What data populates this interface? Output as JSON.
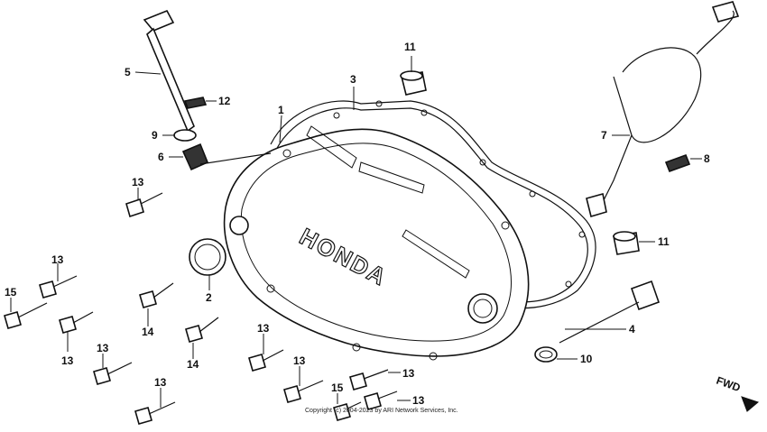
{
  "callouts": {
    "c1": "1",
    "c2": "2",
    "c3": "3",
    "c4": "4",
    "c5": "5",
    "c6": "6",
    "c7": "7",
    "c8": "8",
    "c9": "9",
    "c10": "10",
    "c11a": "11",
    "c11b": "11",
    "c12": "12",
    "c13a": "13",
    "c13b": "13",
    "c13c": "13",
    "c13d": "13",
    "c13e": "13",
    "c13f": "13",
    "c13g": "13",
    "c13h": "13",
    "c13i": "13",
    "c14a": "14",
    "c14b": "14",
    "c15a": "15",
    "c15b": "15"
  },
  "cover_logo": "HONDA",
  "direction_label": "FWD",
  "copyright": "Copyright (c) 2004-2023 by ARI Network Services, Inc."
}
